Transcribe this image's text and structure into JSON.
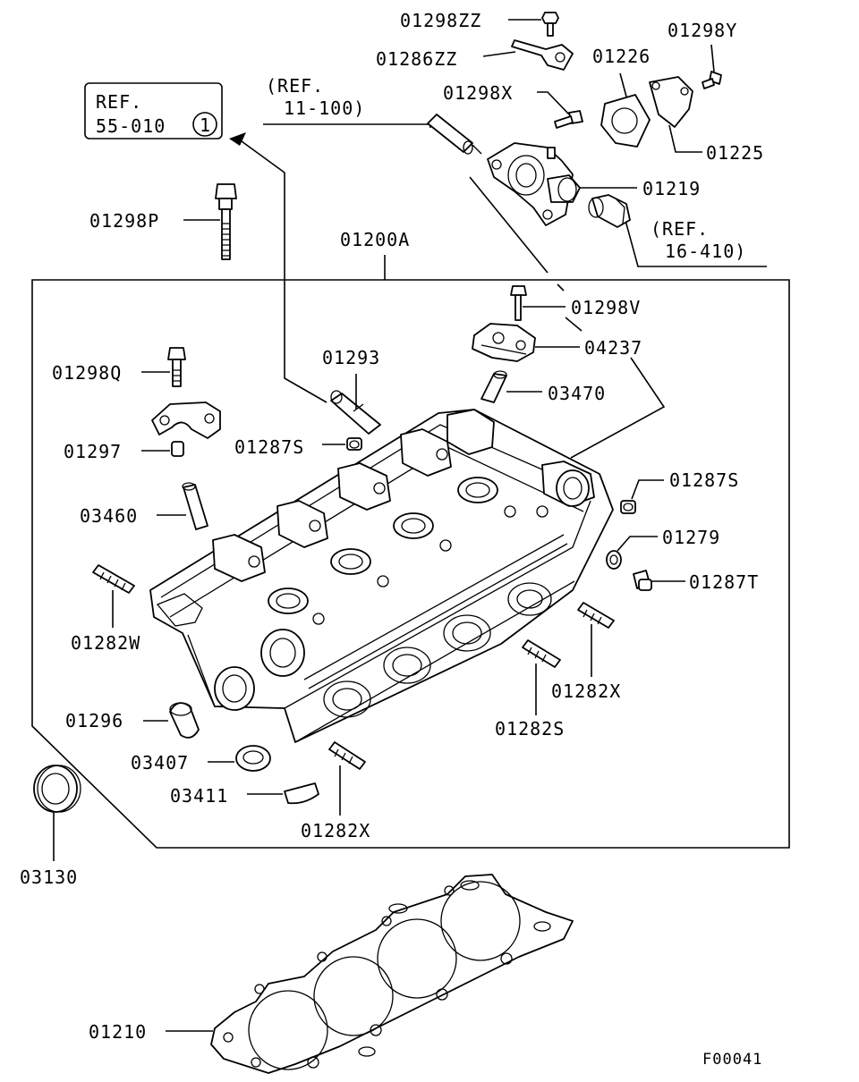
{
  "labels": {
    "p01298ZZ": "01298ZZ",
    "p01286ZZ": "01286ZZ",
    "p01226": "01226",
    "p01298Y": "01298Y",
    "p01298X": "01298X",
    "p01225": "01225",
    "p01219": "01219",
    "p01298P": "01298P",
    "p01200A": "01200A",
    "p01298V": "01298V",
    "p04237": "04237",
    "p01293": "01293",
    "p01298Q": "01298Q",
    "p03470": "03470",
    "p01297": "01297",
    "p01287S_a": "01287S",
    "p01287S_b": "01287S",
    "p03460": "03460",
    "p01279": "01279",
    "p01287T": "01287T",
    "p01282W": "01282W",
    "p01282X_a": "01282X",
    "p01282S": "01282S",
    "p01296": "01296",
    "p03407": "03407",
    "p03411": "03411",
    "p01282X_b": "01282X",
    "p03130": "03130",
    "p01210": "01210",
    "figure_code": "F00041"
  },
  "refs": {
    "ref_55_line1": "REF.",
    "ref_55_line2": "55-010",
    "ref_55_circle": "1",
    "ref_11_line1": "(REF.",
    "ref_11_line2": "11-100)",
    "ref_16_line1": "(REF.",
    "ref_16_line2": "16-410)"
  }
}
